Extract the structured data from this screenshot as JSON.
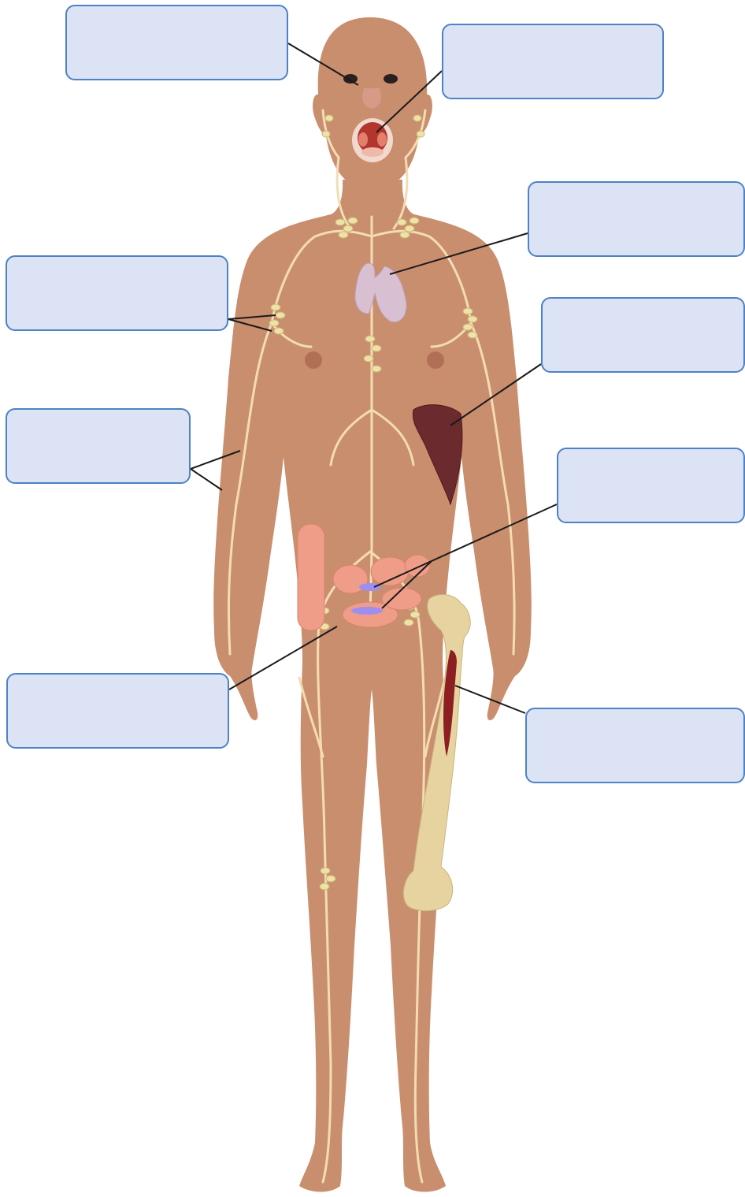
{
  "colors": {
    "skin": "#c98e6e",
    "skin_shadow": "#b57b5c",
    "lymph_vessel": "#f3dcb4",
    "lymph_node": "#efe2a6",
    "thymus": "#d8bfd2",
    "spleen": "#6b2a2e",
    "bone": "#e6d3a0",
    "marrow": "#8d1f22",
    "intestine": "#ef9d88",
    "peyer_patch": "#9f8ef0",
    "label_fill": "#dbe3f5",
    "label_border": "#4d82c4",
    "leader_line": "#1a1a1a"
  },
  "labels": [
    {
      "id": "tonsil-adenoid",
      "text": ""
    },
    {
      "id": "tonsil-palatine",
      "text": ""
    },
    {
      "id": "thymus",
      "text": ""
    },
    {
      "id": "axillary-nodes",
      "text": ""
    },
    {
      "id": "spleen",
      "text": ""
    },
    {
      "id": "lymphatic-vessels",
      "text": ""
    },
    {
      "id": "peyers-patches",
      "text": ""
    },
    {
      "id": "lymph-nodes",
      "text": ""
    },
    {
      "id": "bone-marrow",
      "text": ""
    }
  ]
}
